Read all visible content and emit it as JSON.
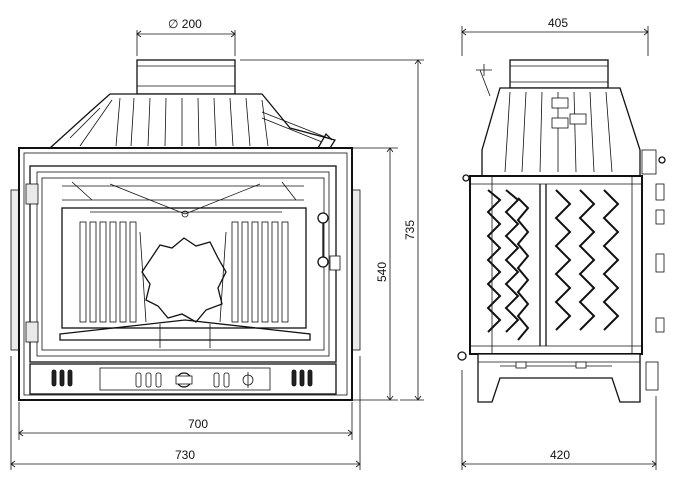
{
  "dimensions": {
    "flue_diameter": "∅ 200",
    "inner_width": "700",
    "outer_width": "730",
    "height_total": "735",
    "height_body": "540",
    "depth_top": "405",
    "depth_bottom": "420"
  },
  "colors": {
    "line": "#111111",
    "background": "#ffffff"
  }
}
